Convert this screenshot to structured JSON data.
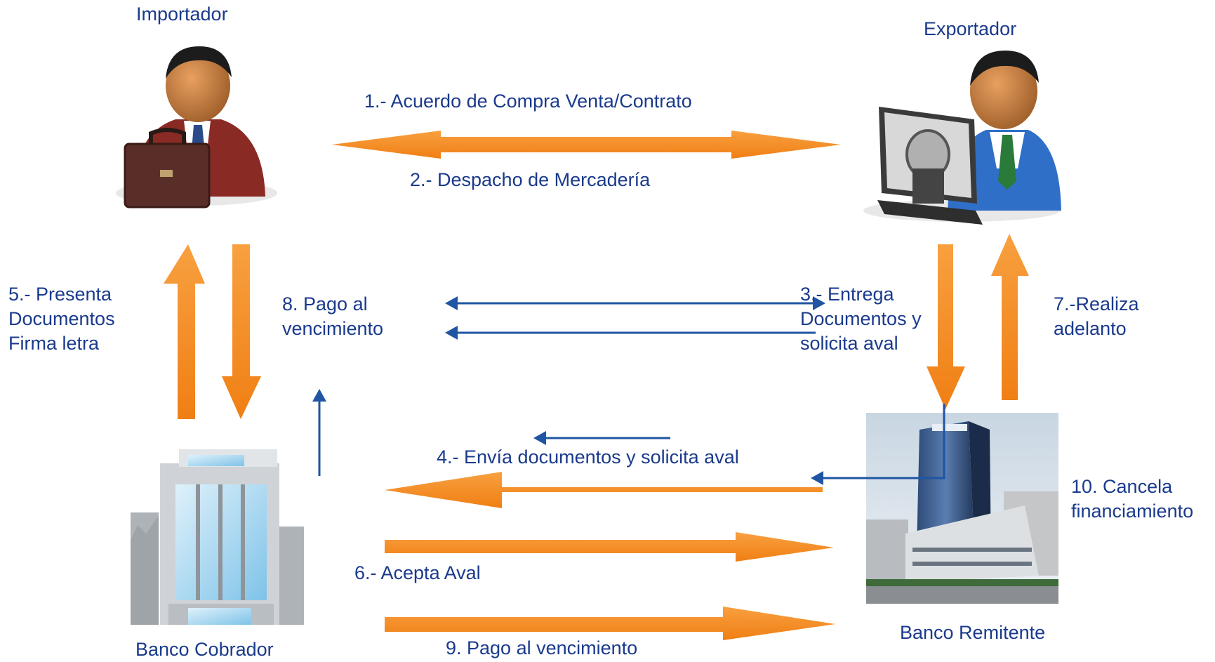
{
  "actors": {
    "importer": "Importador",
    "exporter": "Exportador",
    "collecting_bank": "Banco Cobrador",
    "remitting_bank": "Banco Remitente"
  },
  "steps": {
    "s1": "1.- Acuerdo de Compra Venta/Contrato",
    "s2": "2.- Despacho de Mercadería",
    "s3": "3.- Entrega\nDocumentos y\nsolicita aval",
    "s4": "4.- Envía documentos y solicita aval",
    "s5": "5.-  Presenta\nDocumentos\nFirma letra",
    "s6": "6.- Acepta Aval",
    "s7": "7.-Realiza\nadelanto",
    "s8": "8. Pago al\nvencimiento",
    "s9": "9. Pago al vencimiento",
    "s10": "10. Cancela\nfinanciamiento"
  },
  "icons": {
    "importer": "businessman-briefcase-icon",
    "exporter": "businessman-computer-icon",
    "collecting_bank": "bank-building-icon",
    "remitting_bank": "bank-tower-photo"
  },
  "colors": {
    "process_arrow": "#f5891f",
    "document_arrow": "#1f55a3",
    "label_text": "#1a3a8c"
  }
}
